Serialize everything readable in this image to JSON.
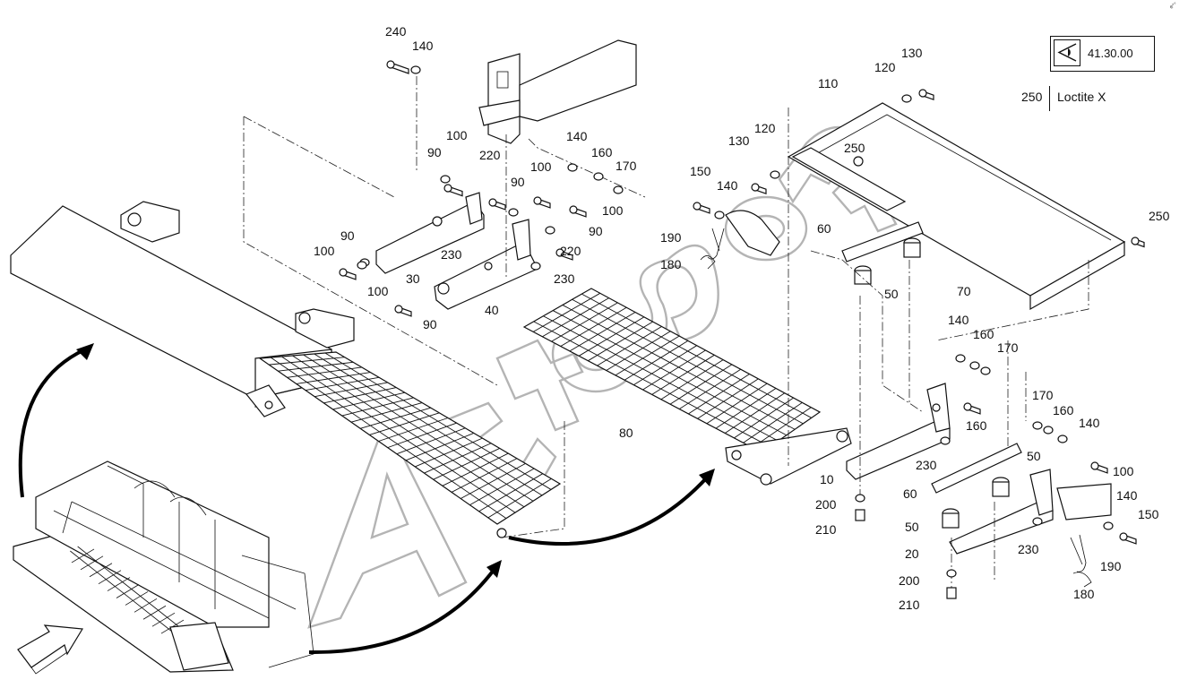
{
  "reference": {
    "label": "41.30.00",
    "icon": "view-eye-icon"
  },
  "legend": {
    "number": "250",
    "text": "Loctite X"
  },
  "corner_mark": "e°°",
  "watermark": "AutoSoft",
  "callouts": [
    {
      "id": "c240a",
      "text": "240"
    },
    {
      "id": "c140a",
      "text": "140"
    },
    {
      "id": "c100a",
      "text": "100"
    },
    {
      "id": "c90a",
      "text": "90"
    },
    {
      "id": "c220a",
      "text": "220"
    },
    {
      "id": "c100b",
      "text": "100"
    },
    {
      "id": "c90b",
      "text": "90"
    },
    {
      "id": "c140b",
      "text": "140"
    },
    {
      "id": "c160a",
      "text": "160"
    },
    {
      "id": "c170a",
      "text": "170"
    },
    {
      "id": "c100c",
      "text": "100"
    },
    {
      "id": "c90c",
      "text": "90"
    },
    {
      "id": "c90d",
      "text": "90"
    },
    {
      "id": "c100d",
      "text": "100"
    },
    {
      "id": "c230a",
      "text": "230"
    },
    {
      "id": "c220b",
      "text": "220"
    },
    {
      "id": "c30",
      "text": "30"
    },
    {
      "id": "c230b",
      "text": "230"
    },
    {
      "id": "c100e",
      "text": "100"
    },
    {
      "id": "c40",
      "text": "40"
    },
    {
      "id": "c90e",
      "text": "90"
    },
    {
      "id": "c80",
      "text": "80"
    },
    {
      "id": "c150a",
      "text": "150"
    },
    {
      "id": "c140c",
      "text": "140"
    },
    {
      "id": "c130a",
      "text": "130"
    },
    {
      "id": "c120a",
      "text": "120"
    },
    {
      "id": "c110",
      "text": "110"
    },
    {
      "id": "c120b",
      "text": "120"
    },
    {
      "id": "c130b",
      "text": "130"
    },
    {
      "id": "c250a",
      "text": "250"
    },
    {
      "id": "c190a",
      "text": "190"
    },
    {
      "id": "c180a",
      "text": "180"
    },
    {
      "id": "c60a",
      "text": "60"
    },
    {
      "id": "c50a",
      "text": "50"
    },
    {
      "id": "c70",
      "text": "70"
    },
    {
      "id": "c250b",
      "text": "250"
    },
    {
      "id": "c140d",
      "text": "140"
    },
    {
      "id": "c160b",
      "text": "160"
    },
    {
      "id": "c170b",
      "text": "170"
    },
    {
      "id": "c160c",
      "text": "160"
    },
    {
      "id": "c10",
      "text": "10"
    },
    {
      "id": "c230c",
      "text": "230"
    },
    {
      "id": "c200a",
      "text": "200"
    },
    {
      "id": "c210a",
      "text": "210"
    },
    {
      "id": "c170c",
      "text": "170"
    },
    {
      "id": "c160d",
      "text": "160"
    },
    {
      "id": "c140e",
      "text": "140"
    },
    {
      "id": "c50b",
      "text": "50"
    },
    {
      "id": "c100f",
      "text": "100"
    },
    {
      "id": "c60b",
      "text": "60"
    },
    {
      "id": "c140f",
      "text": "140"
    },
    {
      "id": "c150b",
      "text": "150"
    },
    {
      "id": "c50c",
      "text": "50"
    },
    {
      "id": "c20",
      "text": "20"
    },
    {
      "id": "c230d",
      "text": "230"
    },
    {
      "id": "c190b",
      "text": "190"
    },
    {
      "id": "c200b",
      "text": "200"
    },
    {
      "id": "c210b",
      "text": "210"
    },
    {
      "id": "c180b",
      "text": "180"
    }
  ]
}
